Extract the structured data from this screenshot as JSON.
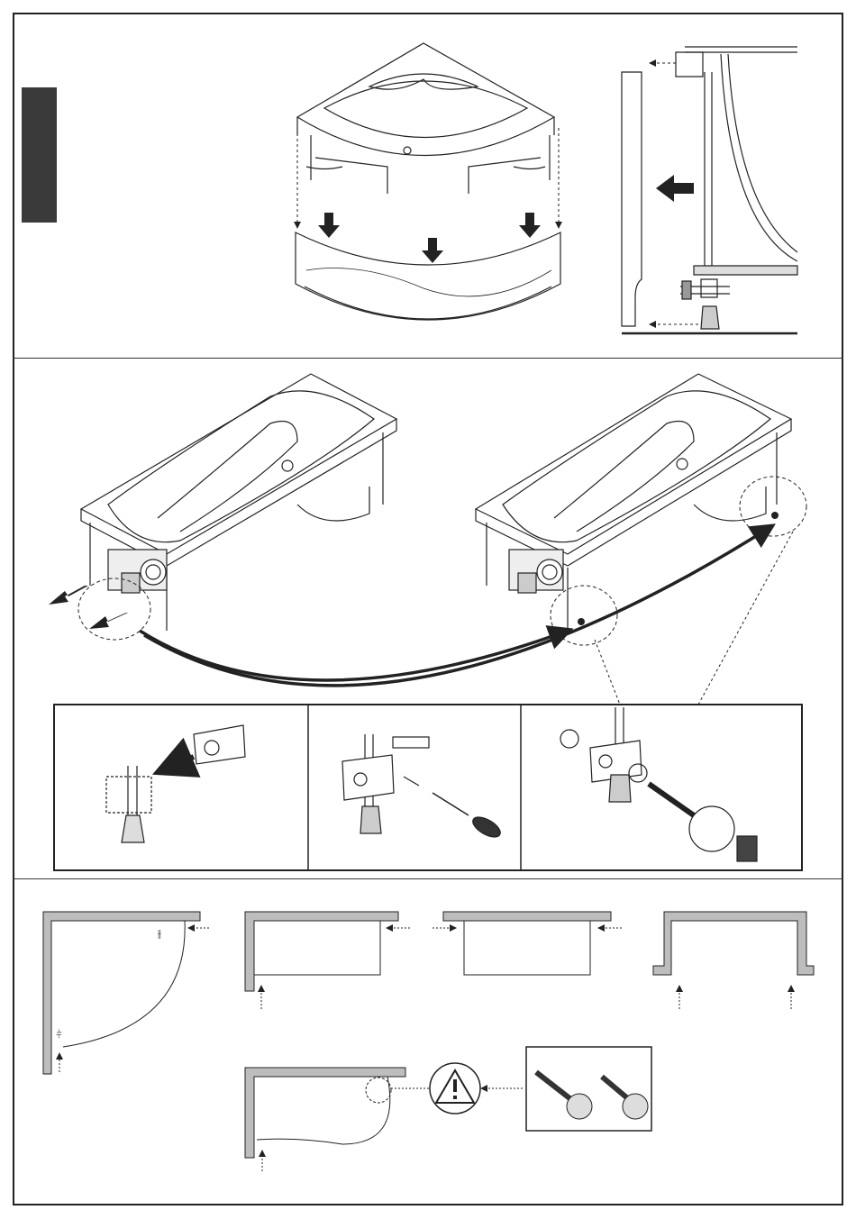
{
  "page": {
    "section_tab_color": "#3a3a3a",
    "line_color": "#222222",
    "panel_fill": "#bdbdbd"
  },
  "sections": [
    {
      "id": "corner-bath-panel-mounting",
      "icons": [
        "corner-bathtub",
        "front-panel",
        "down-arrow",
        "leg-bracket",
        "left-arrow"
      ]
    },
    {
      "id": "motor-side-change",
      "icons": [
        "rectangular-bathtub",
        "motor-pump",
        "curved-transfer-arrow",
        "removal-arrow"
      ]
    },
    {
      "id": "detail-steps",
      "steps": [
        "remove-clamp",
        "fix-clamp-with-screw",
        "fit-bolt-and-nut"
      ]
    },
    {
      "id": "installation-layouts",
      "icons": [
        "corner-layout",
        "left-layout",
        "right-layout",
        "alcove-layout",
        "asymmetric-layout",
        "warning-triangle",
        "adjustable-feet"
      ]
    }
  ]
}
